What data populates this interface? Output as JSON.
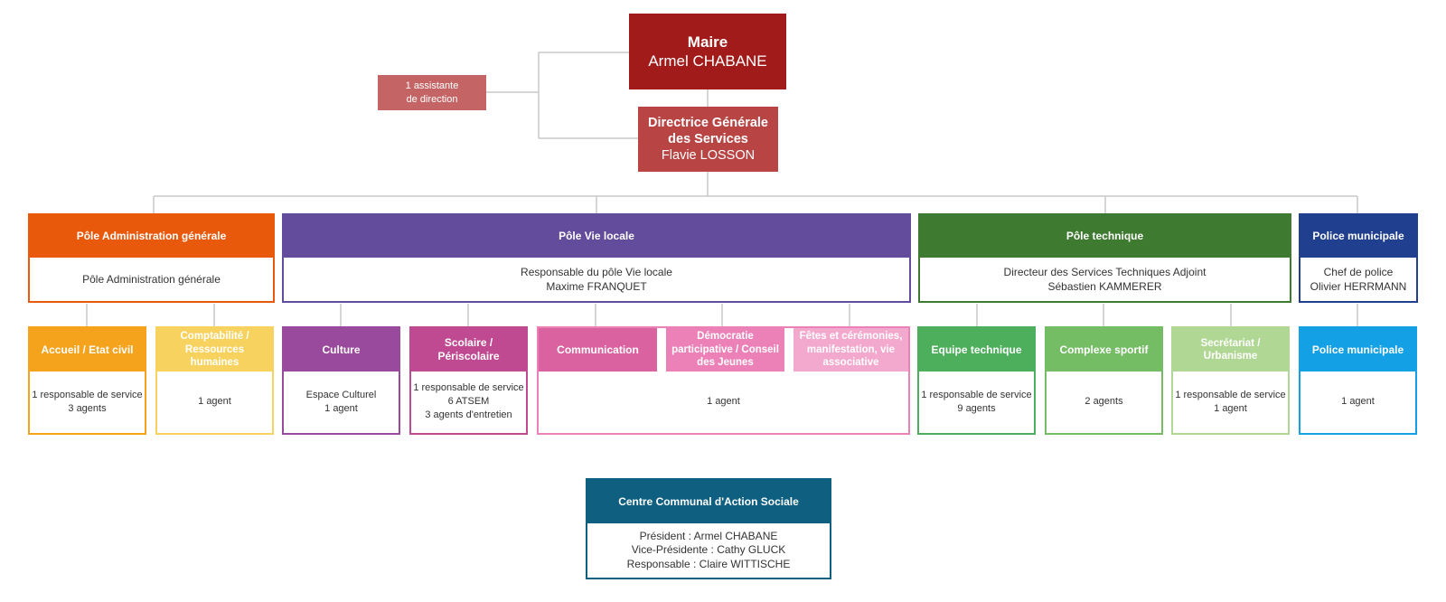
{
  "maire": {
    "title": "Maire",
    "name": "Armel CHABANE"
  },
  "assistante": {
    "line1": "1 assistante",
    "line2": "de direction"
  },
  "dgs": {
    "title_line1": "Directrice Générale",
    "title_line2": "des Services",
    "name": "Flavie LOSSON"
  },
  "poles": [
    {
      "title": "Pôle Administration générale",
      "line1": "Pôle Administration générale",
      "line2": "",
      "color": "#E8590C"
    },
    {
      "title": "Pôle Vie locale",
      "line1": "Responsable du pôle Vie locale",
      "line2": "Maxime FRANQUET",
      "color": "#634C9B"
    },
    {
      "title": "Pôle technique",
      "line1": "Directeur des Services Techniques Adjoint",
      "line2": "Sébastien KAMMERER",
      "color": "#3E7A30"
    },
    {
      "title": "Police municipale",
      "line1": "Chef de police",
      "line2": "Olivier HERRMANN",
      "color": "#213F8F"
    }
  ],
  "services": {
    "accueil": {
      "title": "Accueil / Etat civil",
      "l1": "1 responsable de service",
      "l2": "3 agents",
      "l3": "",
      "color": "#F5A21D"
    },
    "compta": {
      "title": "Comptabilité / Ressources humaines",
      "l1": "1 agent",
      "l2": "",
      "l3": "",
      "color": "#F7D25E"
    },
    "culture": {
      "title": "Culture",
      "l1": "Espace Culturel",
      "l2": "1 agent",
      "l3": "",
      "color": "#9A4A9C"
    },
    "scolaire": {
      "title": "Scolaire / Périscolaire",
      "l1": "1 responsable de service",
      "l2": "6 ATSEM",
      "l3": "3 agents d'entretien",
      "color": "#BF4A91"
    },
    "communication": {
      "title": "Communication",
      "color": "#DB62A0"
    },
    "democratie": {
      "title": "Démocratie participative / Conseil des Jeunes",
      "color": "#EC81B8"
    },
    "fetes": {
      "title": "Fêtes et cérémonies, manifestation, vie associative",
      "color": "#F3A8CD"
    },
    "vielocale_body": {
      "l1": "1 agent"
    },
    "equipe": {
      "title": "Equipe technique",
      "l1": "1 responsable de service",
      "l2": "9 agents",
      "l3": "",
      "color": "#4DAE5B"
    },
    "complexe": {
      "title": "Complexe sportif",
      "l1": "2 agents",
      "l2": "",
      "l3": "",
      "color": "#74BD65"
    },
    "secretariat": {
      "title": "Secrétariat / Urbanisme",
      "l1": "1 responsable de service",
      "l2": "1 agent",
      "l3": "",
      "color": "#B1D795"
    },
    "police": {
      "title": "Police municipale",
      "l1": "1 agent",
      "l2": "",
      "l3": "",
      "color": "#14A0E4"
    }
  },
  "ccas": {
    "title": "Centre Communal d'Action Sociale",
    "l1": "Président : Armel CHABANE",
    "l2": "Vice-Présidente : Cathy GLUCK",
    "l3": "Responsable : Claire WITTISCHE",
    "color": "#0E5F80"
  },
  "colors": {
    "maire": "#A11B1B",
    "dgs": "#B84444",
    "assistante": "#C46464",
    "connector": "#C8C8C8"
  }
}
